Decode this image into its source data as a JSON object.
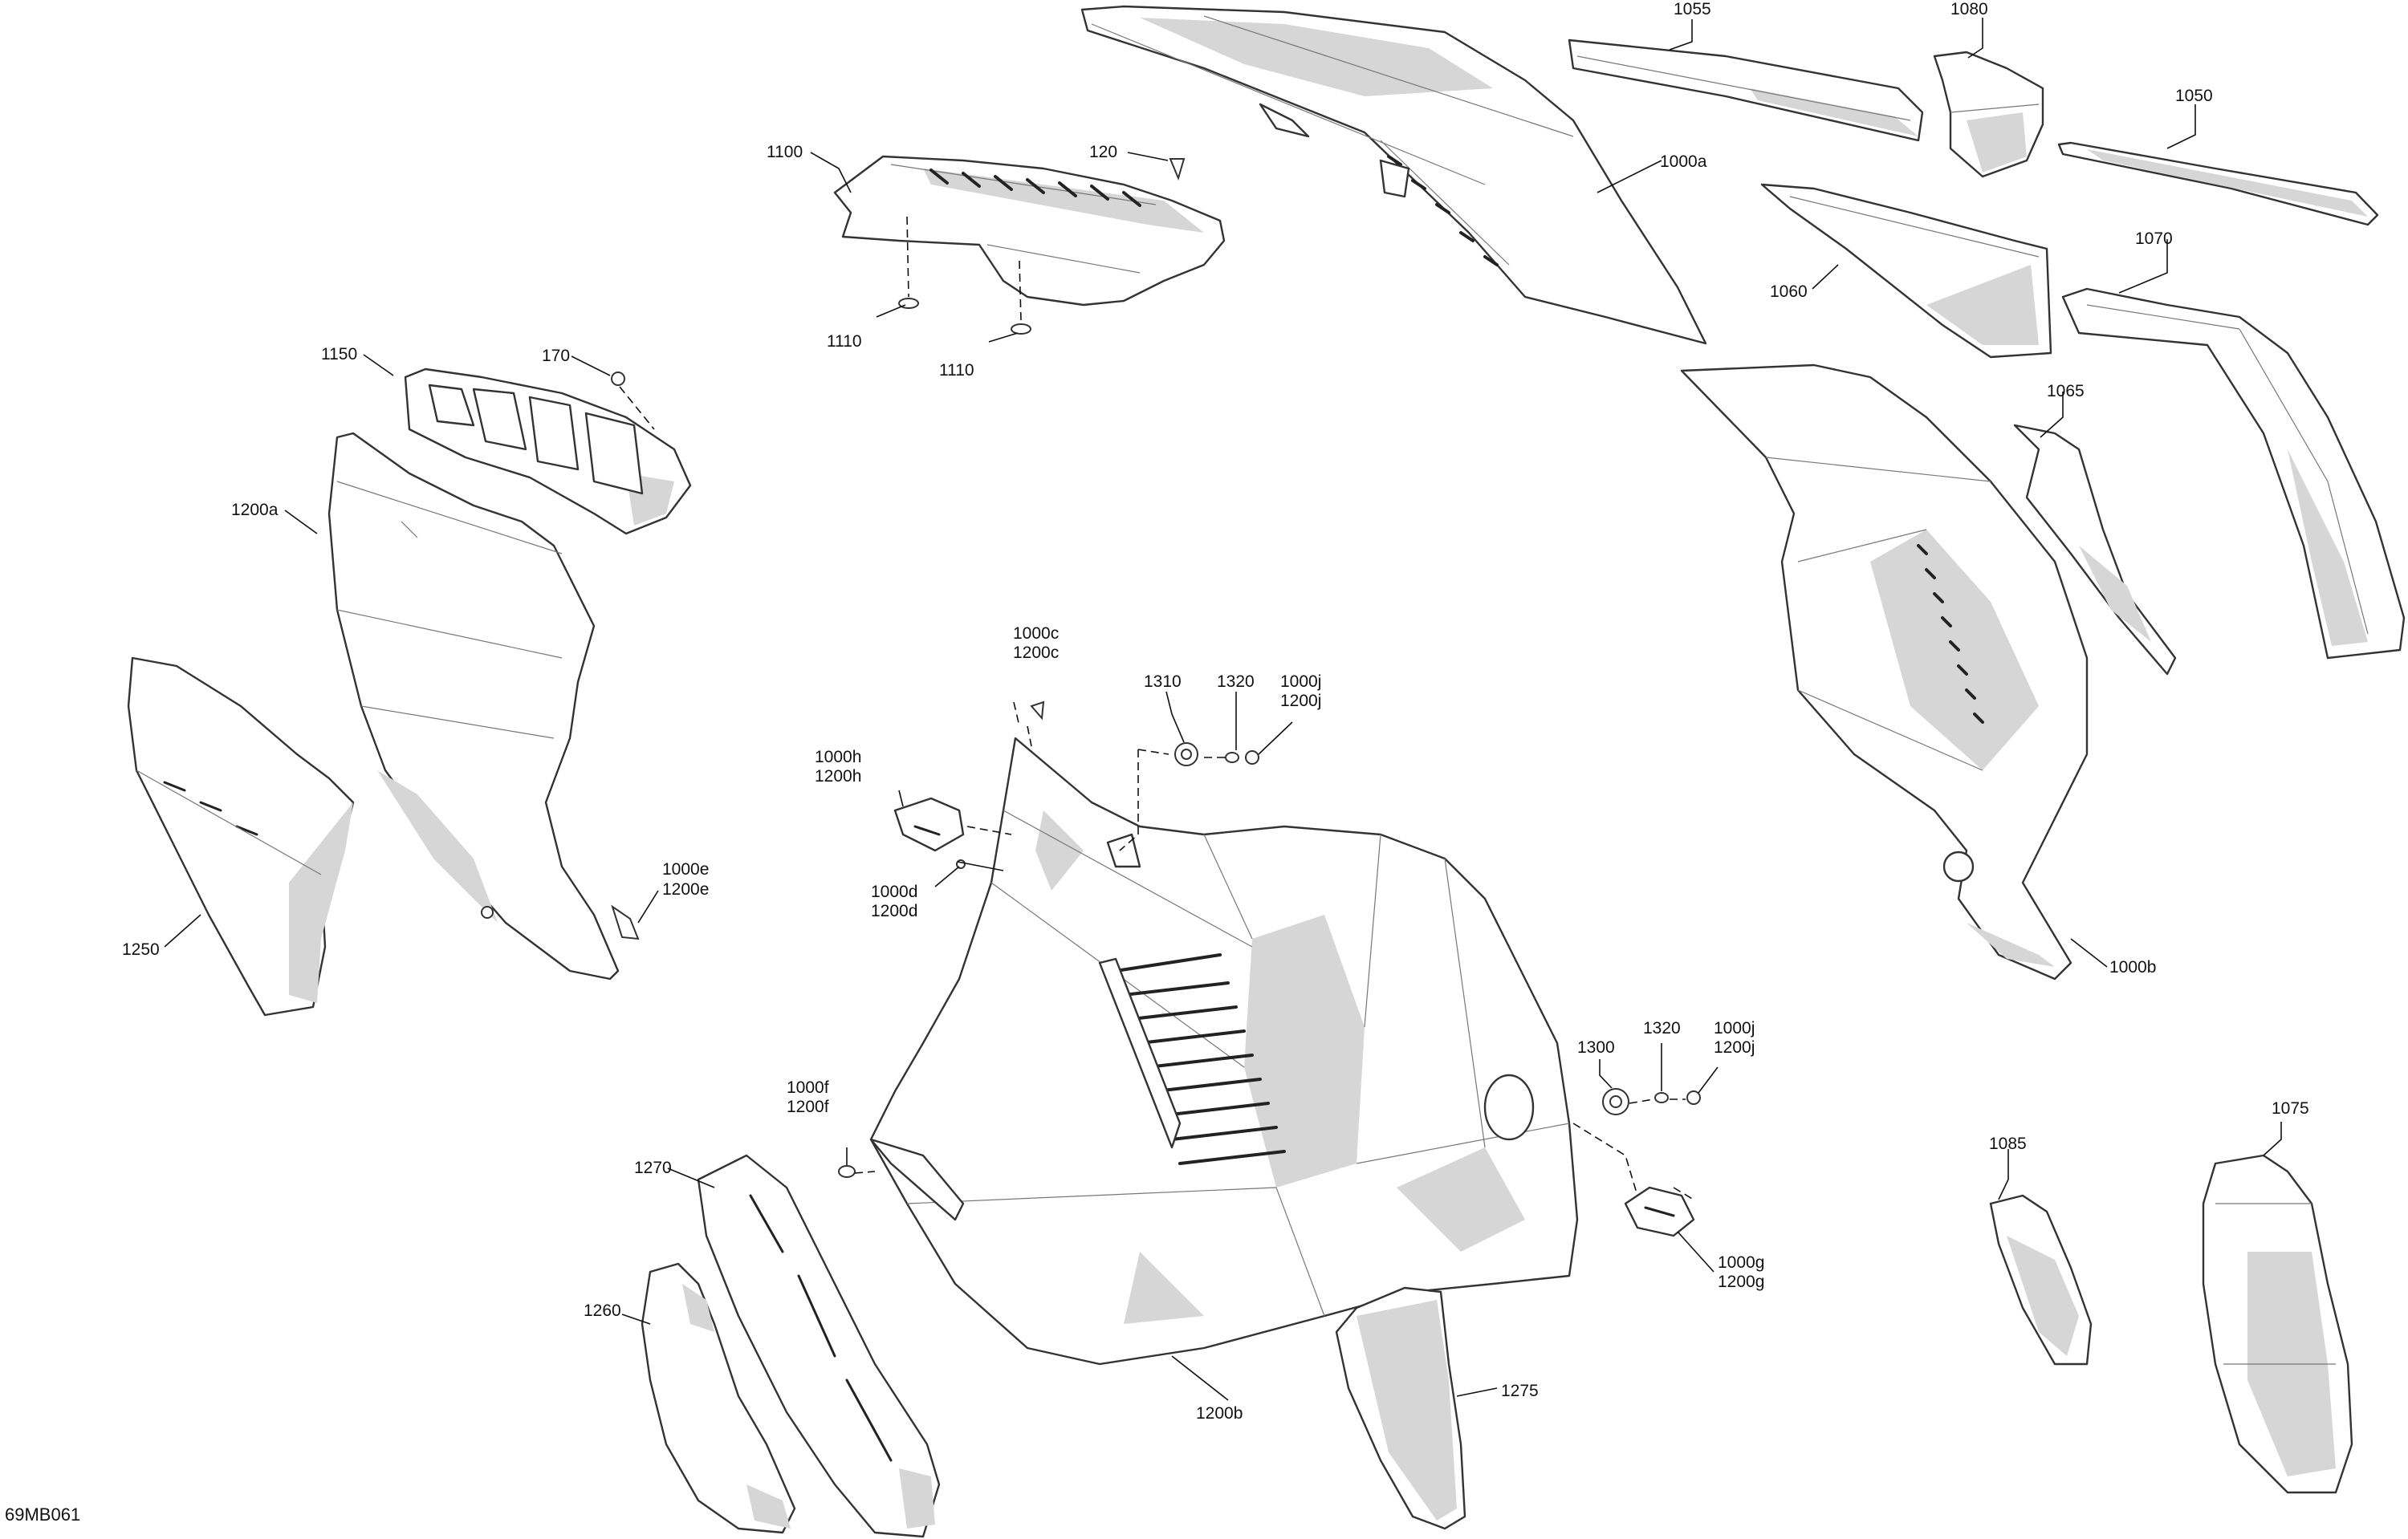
{
  "figure_id": "69MB061",
  "callouts": {
    "c1055": "1055",
    "c1080": "1080",
    "c1050": "1050",
    "c1000a": "1000a",
    "c1100": "1100",
    "c120": "120",
    "c1110a": "1110",
    "c1110b": "1110",
    "c1060": "1060",
    "c1070": "1070",
    "c1150": "1150",
    "c170": "170",
    "c1065": "1065",
    "c1200a": "1200a",
    "c1000c": "1000c",
    "c1200c": "1200c",
    "c1310": "1310",
    "c1320a": "1320",
    "c1000j_a": "1000j",
    "c1200j_a": "1200j",
    "c1000h": "1000h",
    "c1200h": "1200h",
    "c1000e": "1000e",
    "c1200e": "1200e",
    "c1000d": "1000d",
    "c1200d": "1200d",
    "c1250": "1250",
    "c1000b": "1000b",
    "c1300": "1300",
    "c1320b": "1320",
    "c1000j_b": "1000j",
    "c1200j_b": "1200j",
    "c1000f": "1000f",
    "c1200f": "1200f",
    "c1085": "1085",
    "c1075": "1075",
    "c1270": "1270",
    "c1000g": "1000g",
    "c1200g": "1200g",
    "c1260": "1260",
    "c1275": "1275",
    "c1200b": "1200b"
  }
}
